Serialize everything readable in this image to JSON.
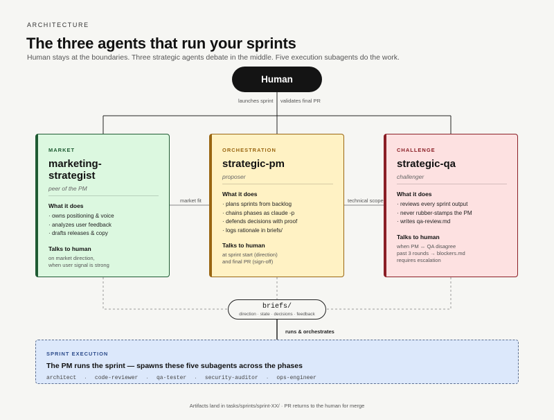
{
  "header": {
    "eyebrow": "ARCHITECTURE",
    "title": "The three agents that run your sprints",
    "subtitle": "Human stays at the boundaries. Three strategic agents debate in the middle. Five execution subagents do the work."
  },
  "human": {
    "label": "Human",
    "launches_label": "launches sprint",
    "validates_label": "validates final PR"
  },
  "connectors": {
    "market_fit": "market fit",
    "technical_scope": "technical scope",
    "runs_orchestrates": "runs & orchestrates"
  },
  "cards": {
    "market": {
      "tag": "MARKET",
      "name": "marketing-strategist",
      "role": "peer of the PM",
      "what_heading": "What it does",
      "bullets": [
        "· owns positioning & voice",
        "· analyzes user feedback",
        "· drafts releases & copy"
      ],
      "talks_heading": "Talks to human",
      "talks_text": "on market direction,\nwhen user signal is strong",
      "color": "#1f5b33"
    },
    "orchestration": {
      "tag": "ORCHESTRATION",
      "name": "strategic-pm",
      "role": "proposer",
      "what_heading": "What it does",
      "bullets": [
        "· plans sprints from backlog",
        "· chains phases as claude -p",
        "· defends decisions with proof",
        "· logs rationale in briefs/"
      ],
      "talks_heading": "Talks to human",
      "talks_text": "at sprint start (direction)\nand final PR (sign-off)",
      "color": "#9a6612"
    },
    "challenge": {
      "tag": "CHALLENGE",
      "name": "strategic-qa",
      "role": "challenger",
      "what_heading": "What it does",
      "bullets": [
        "· reviews every sprint output",
        "· never rubber-stamps the PM",
        "· writes qa-review.md"
      ],
      "talks_heading": "Talks to human",
      "talks_text": "when PM ↔ QA disagree\npast 3 rounds → blockers.md\nrequires escalation",
      "color": "#8a1e25"
    }
  },
  "briefs": {
    "title": "briefs/",
    "subtitle": "direction · state · decisions · feedback"
  },
  "execution": {
    "tag": "SPRINT EXECUTION",
    "title": "The PM runs the sprint — spawns these five subagents across the phases",
    "subagents": [
      "architect",
      "code-reviewer",
      "qa-tester",
      "security-auditor",
      "ops-engineer"
    ],
    "separator": "·",
    "color": "#2b4a8a"
  },
  "footer": {
    "text": "Artifacts land in tasks/sprints/sprint-XX/  ·  PR returns to the human for merge"
  }
}
